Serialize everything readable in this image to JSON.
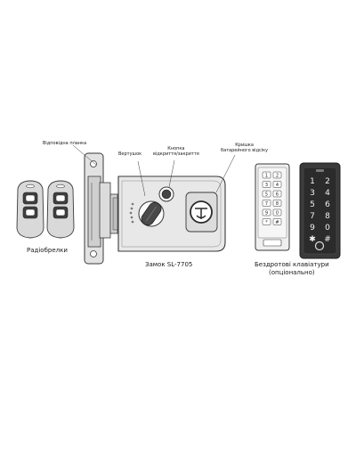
{
  "labels": {
    "strike_plate": "Відповідна планка",
    "thumb_turn": "Вертушок",
    "open_close_button_line1": "Кнопка",
    "open_close_button_line2": "відкриття/закриття",
    "battery_cover_line1": "Кришка",
    "battery_cover_line2": "батарейного відсіку",
    "remotes": "Радіобрелки",
    "lock_model": "Замок SL-7705",
    "keypads_line1": "Бездротові клавіатури",
    "keypads_line2": "(опціонально)"
  },
  "keypad_left": {
    "keys": [
      [
        "1",
        "2"
      ],
      [
        "3",
        "4"
      ],
      [
        "5",
        "6"
      ],
      [
        "7",
        "8"
      ],
      [
        "9",
        "0"
      ],
      [
        "*",
        "#"
      ]
    ]
  },
  "keypad_right": {
    "keys": [
      [
        "1",
        "2"
      ],
      [
        "3",
        "4"
      ],
      [
        "5",
        "6"
      ],
      [
        "7",
        "8"
      ],
      [
        "9",
        "0"
      ],
      [
        "✱",
        "#"
      ]
    ]
  },
  "colors": {
    "stroke": "#3a3a3a",
    "body": "#e8e8e8",
    "dark": "#4a4a4a",
    "panel": "#2b2b2b"
  }
}
